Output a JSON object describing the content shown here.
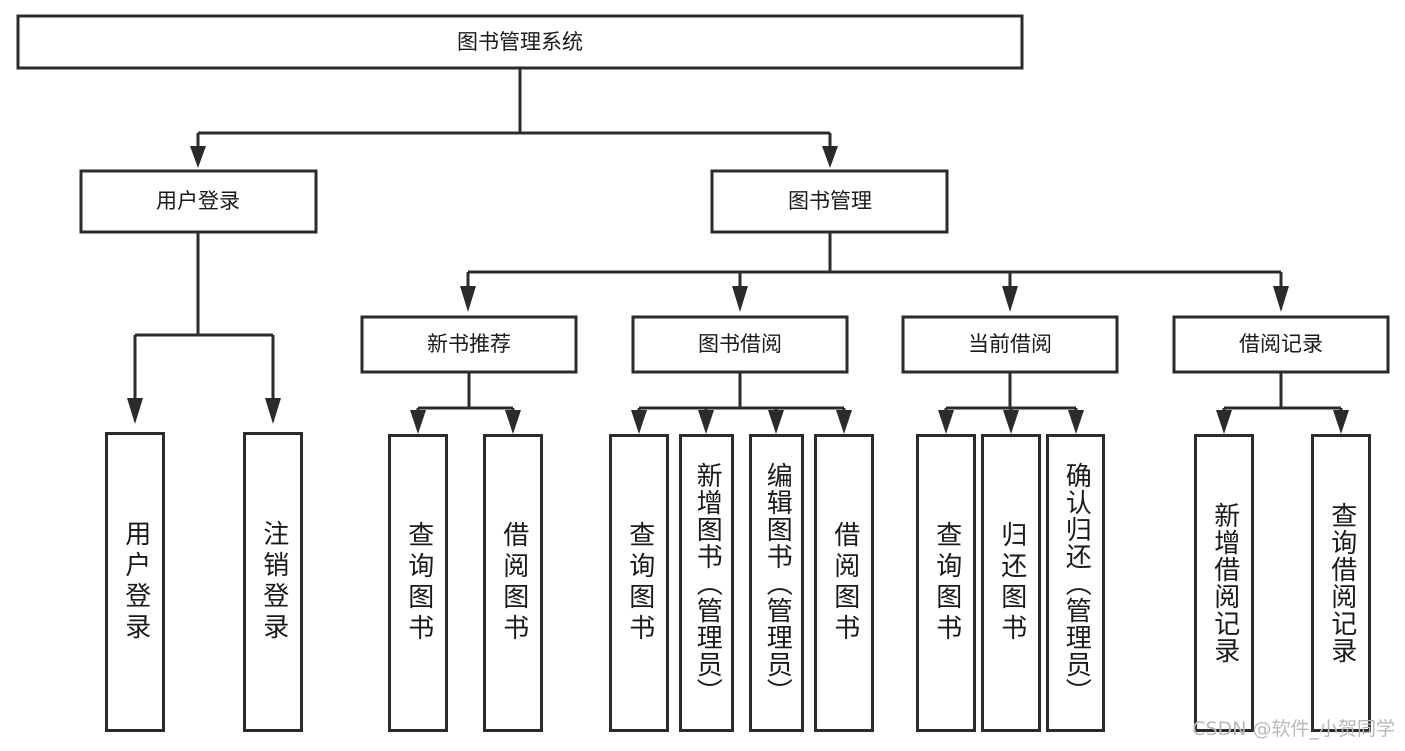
{
  "diagram": {
    "type": "hierarchy-tree",
    "root": {
      "label": "图书管理系统"
    },
    "level2": [
      {
        "label": "用户登录"
      },
      {
        "label": "图书管理"
      }
    ],
    "level3": [
      {
        "label": "新书推荐"
      },
      {
        "label": "图书借阅"
      },
      {
        "label": "当前借阅"
      },
      {
        "label": "借阅记录"
      }
    ],
    "leaves": {
      "user_login": [
        {
          "label": "用户登录"
        },
        {
          "label": "注销登录"
        }
      ],
      "new_book_recommend": [
        {
          "label": "查询图书"
        },
        {
          "label": "借阅图书"
        }
      ],
      "book_borrow": [
        {
          "label": "查询图书"
        },
        {
          "label": "新增图书（管理员）"
        },
        {
          "label": "编辑图书（管理员）"
        },
        {
          "label": "借阅图书"
        }
      ],
      "current_borrow": [
        {
          "label": "查询图书"
        },
        {
          "label": "归还图书"
        },
        {
          "label": "确认归还（管理员）"
        }
      ],
      "borrow_record": [
        {
          "label": "新增借阅记录"
        },
        {
          "label": "查询借阅记录"
        }
      ]
    }
  },
  "watermark": {
    "text": "CSDN @软件_小贺同学"
  },
  "colors": {
    "stroke": "#2b2b2b",
    "fill": "#ffffff",
    "text": "#1a1a1a",
    "watermark": "#b9b9b9"
  }
}
